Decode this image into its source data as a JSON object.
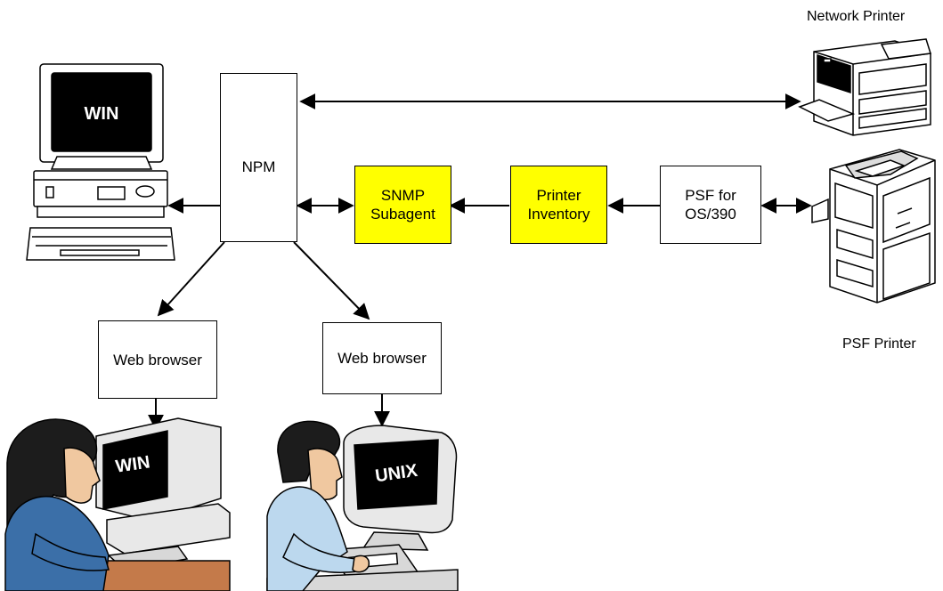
{
  "nodes": {
    "npm": "NPM",
    "snmp_subagent": "SNMP\nSubagent",
    "printer_inventory": "Printer\nInventory",
    "psf": "PSF for\nOS/390",
    "web_browser_left": "Web browser",
    "web_browser_right": "Web browser"
  },
  "labels": {
    "network_printer": "Network Printer",
    "psf_printer": "PSF Printer"
  },
  "screens": {
    "desktop_computer": "WIN",
    "win_workstation": "WIN",
    "unix_workstation": "UNIX"
  },
  "colors": {
    "highlight": "#ffff00",
    "line": "#000000",
    "person_shirt_blue": "#3b6fa8",
    "hair": "#1c1c1c",
    "skin": "#f0c8a0",
    "desk": "#c47a4a"
  }
}
